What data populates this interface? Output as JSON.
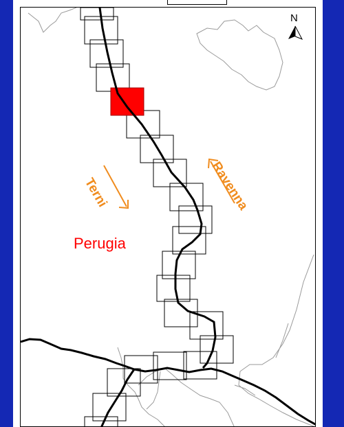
{
  "map": {
    "north_label": "N",
    "labels": {
      "terni": "Terni",
      "ravenna": "Ravenna",
      "perugia": "Perugia"
    },
    "colors": {
      "frame": "#1428b4",
      "route": "#000000",
      "highlight": "#ff0000",
      "direction_label": "#f08c1e",
      "city_label": "#ff0000",
      "boundary": "#9a9a9a"
    },
    "icons": [
      "north-arrow-icon"
    ]
  }
}
